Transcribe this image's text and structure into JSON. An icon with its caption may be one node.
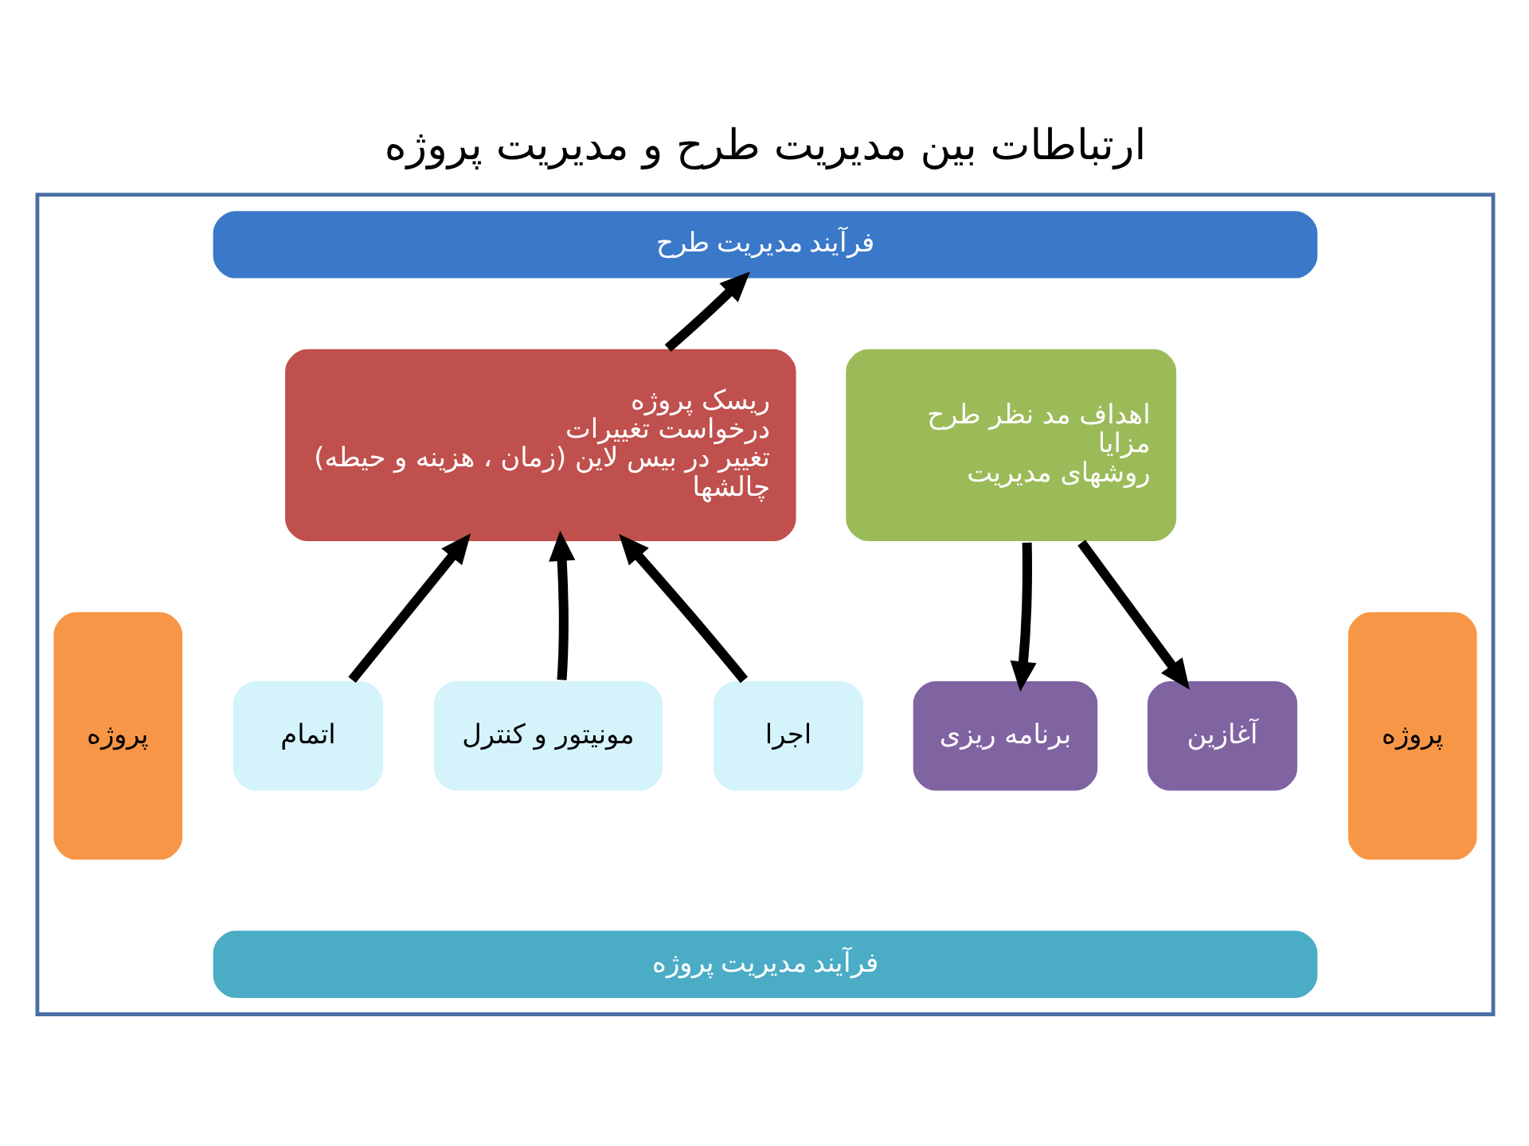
{
  "diagram": {
    "title": "ارتباطات بین مدیریت طرح و مدیریت پروژه",
    "nodes": [
      {
        "text": [],
        "shape": "box"
      },
      {
        "text": [
          "فرآیند مدیریت طرح"
        ],
        "in": 0
      },
      {
        "text": [
          "ریسک پروژه",
          "درخواست تغییرات",
          "تغییر در بیس لاین (زمان ، هزینه و حیطه)",
          "چالشها"
        ],
        "in": 0
      },
      {
        "text": [
          "اهداف مد نظر طرح",
          "مزایا",
          "روشهای مدیریت"
        ],
        "in": 0
      },
      {
        "text": [
          "اتمام"
        ],
        "in": 0
      },
      {
        "text": [
          "مونیتور و کنترل"
        ],
        "in": 0
      },
      {
        "text": [
          "اجرا"
        ],
        "in": 0
      },
      {
        "text": [
          "برنامه ریزی"
        ],
        "in": 0
      },
      {
        "text": [
          "آغازین"
        ],
        "in": 0
      },
      {
        "text": [
          "پروژه"
        ],
        "in": 0
      },
      {
        "text": [
          "پروژه"
        ],
        "in": 0
      },
      {
        "text": [
          "فرآیند مدیریت پروژه"
        ],
        "in": 0
      }
    ],
    "edges": [
      {
        "from": 2,
        "to": 1,
        "arrow": "to"
      },
      {
        "from": 4,
        "to": 2,
        "arrow": "to"
      },
      {
        "from": 5,
        "to": 2,
        "arrow": "to"
      },
      {
        "from": 6,
        "to": 2,
        "arrow": "to"
      },
      {
        "from": 3,
        "to": 7,
        "arrow": "to"
      },
      {
        "from": 3,
        "to": 8,
        "arrow": "to"
      }
    ]
  }
}
